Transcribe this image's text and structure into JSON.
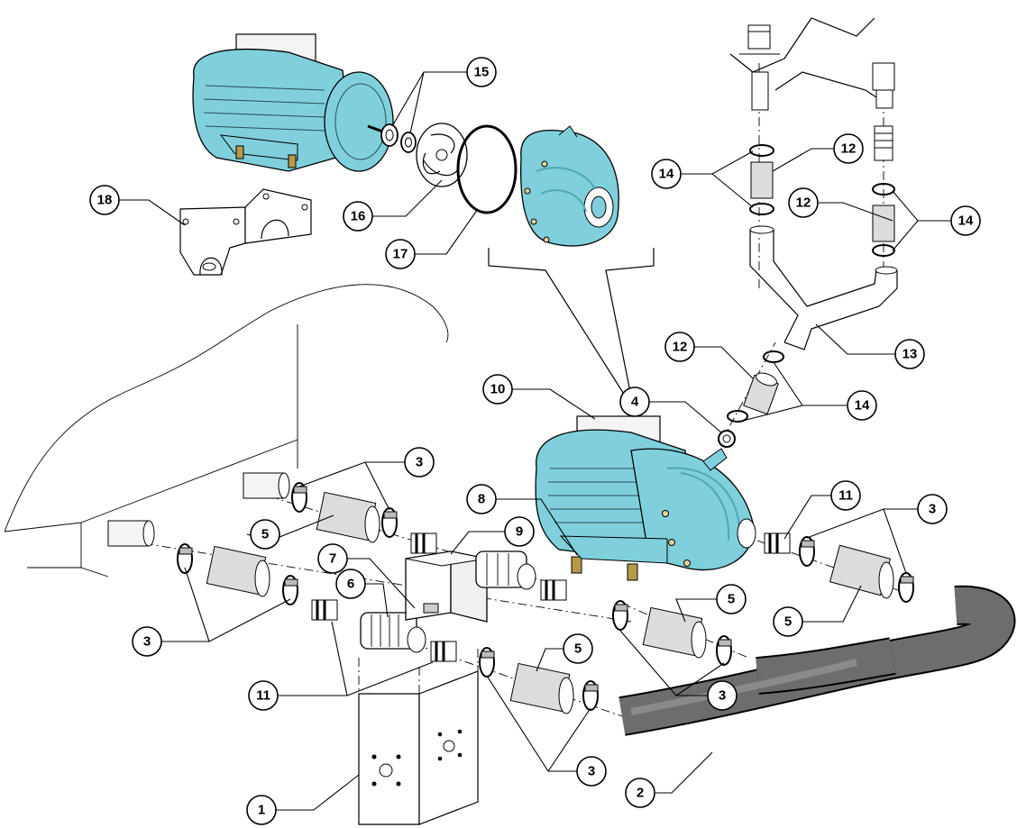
{
  "colors": {
    "motor_body": "#7fd0dc",
    "motor_shadow": "#4fa9b6",
    "hose_dark": "#6d6d6d",
    "hose_light": "#dcdcdc",
    "brass": "#b59a4a",
    "line": "#000000"
  },
  "callouts": {
    "c1": "1",
    "c2": "2",
    "c3": "3",
    "c4": "4",
    "c5": "5",
    "c6": "6",
    "c7": "7",
    "c8": "8",
    "c9": "9",
    "c10": "10",
    "c11": "11",
    "c12": "12",
    "c13": "13",
    "c14": "14",
    "c15": "15",
    "c16": "16",
    "c17": "17",
    "c18": "18"
  }
}
